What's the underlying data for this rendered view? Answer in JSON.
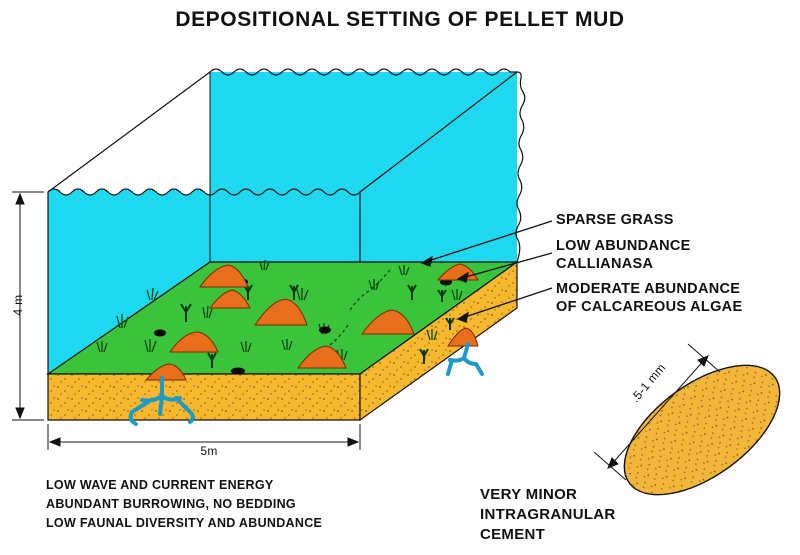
{
  "title": "DEPOSITIONAL SETTING OF PELLET MUD",
  "callouts": {
    "sparse_grass": "SPARSE GRASS",
    "callianasa_line1": "LOW ABUNDANCE",
    "callianasa_line2": "CALLIANASA",
    "algae_line1": "MODERATE ABUNDANCE",
    "algae_line2": "OF CALCAREOUS ALGAE"
  },
  "dimensions": {
    "depth": "4 m",
    "width": "5m",
    "grain_size": ".5-1 mm"
  },
  "notes": [
    "LOW WAVE AND CURRENT ENERGY",
    "ABUNDANT BURROWING, NO BEDDING",
    "LOW FAUNAL DIVERSITY AND ABUNDANCE"
  ],
  "cement_note": [
    "VERY MINOR",
    "INTRAGRANULAR",
    "CEMENT"
  ],
  "colors": {
    "water": "#1ed8f0",
    "seafloor": "#3bc43b",
    "sediment": "#f5b82e",
    "mound": "#e86e1c",
    "burrow": "#1c9ac8"
  }
}
